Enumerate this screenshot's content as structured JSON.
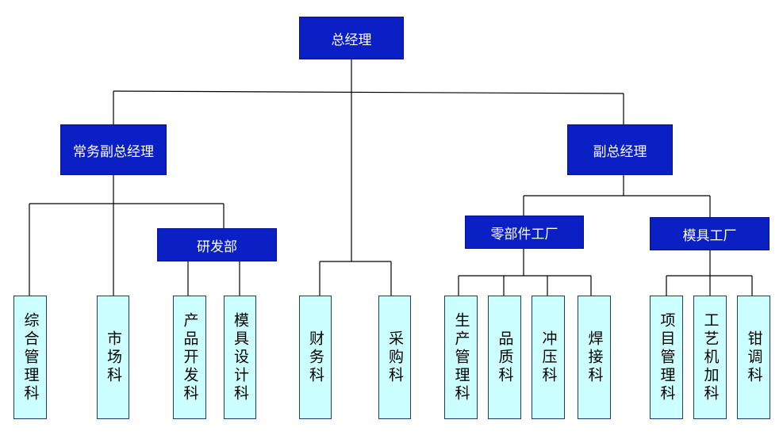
{
  "org_chart": {
    "ceo": "总经理",
    "executive_vp": "常务副总经理",
    "vp": "副总经理",
    "rd_dept": "研发部",
    "parts_factory": "零部件工厂",
    "mold_factory": "模具工厂",
    "departments": {
      "general_mgmt": "综合管理科",
      "market": "市场科",
      "product_dev": "产品开发科",
      "mold_design": "模具设计科",
      "finance": "财务科",
      "purchasing": "采购科",
      "production_mgmt": "生产管理科",
      "quality": "品质科",
      "stamping": "冲压科",
      "welding": "焊接科",
      "project_mgmt": "项目管理科",
      "machining": "工艺机加科",
      "fitter": "钳调科"
    }
  },
  "colors": {
    "manager_fill": "#0a1fc4",
    "department_fill": "#ccffff",
    "connector": "#000000"
  }
}
